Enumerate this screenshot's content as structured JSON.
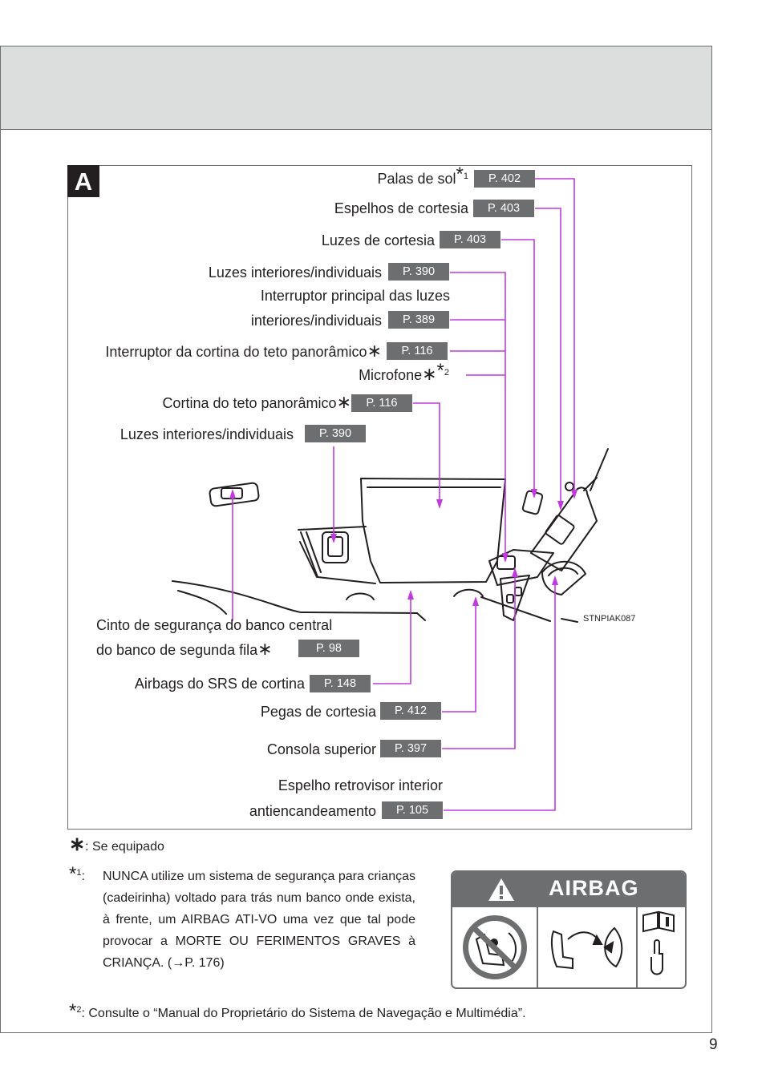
{
  "section": {
    "badge": "A"
  },
  "labels": {
    "palas_sol": "Palas de sol",
    "palas_sol_note": "1",
    "espelhos": "Espelhos de cortesia",
    "luzes_cortesia": "Luzes de cortesia",
    "luzes_int_1": "Luzes interiores/individuais",
    "interruptor_l1": "Interruptor principal das luzes",
    "interruptor_l2": "interiores/individuais",
    "interruptor_cortina": "Interruptor da cortina do teto panorâmico",
    "microfone": "Microfone",
    "microfone_note": "2",
    "cortina": "Cortina do teto panorâmico",
    "luzes_int_2": "Luzes interiores/individuais",
    "cinto_l1": "Cinto de segurança do banco central",
    "cinto_l2": "do banco de segunda fila",
    "airbags": "Airbags do SRS de cortina",
    "pegas": "Pegas de cortesia",
    "consola": "Consola superior",
    "espelho_l1": "Espelho retrovisor interior",
    "espelho_l2": "antiencandeamento"
  },
  "pages": {
    "palas_sol": "P. 402",
    "espelhos": "P. 403",
    "luzes_cortesia": "P. 403",
    "luzes_int_1": "P. 390",
    "interruptor": "P. 389",
    "interruptor_cortina": "P. 116",
    "cortina": "P. 116",
    "luzes_int_2": "P. 390",
    "cinto": "P. 98",
    "airbags": "P. 148",
    "pegas": "P. 412",
    "consola": "P. 397",
    "espelho": "P. 105"
  },
  "image_id": "STNPIAK087",
  "footnotes": {
    "equipado": ": Se equipado",
    "n1_marker": "1",
    "n1_colon": ":",
    "n1_text": "NUNCA utilize um sistema de segurança para crianças (cadeirinha) voltado para trás num banco onde exista, à frente, um AIRBAG ATI-VO uma vez que tal pode provocar a MORTE OU FERIMENTOS GRAVES à CRIANÇA. (→P. 176)",
    "n2_marker": "2",
    "n2_text": ":   Consulte o “Manual do Proprietário do Sistema de Navegação e Multimédia”."
  },
  "airbag_label": {
    "brand": "AIRBAG"
  },
  "page_number": "9",
  "colors": {
    "leader": "#c239e0",
    "tag": "#6d6e70",
    "header_band": "#dcdddd"
  }
}
